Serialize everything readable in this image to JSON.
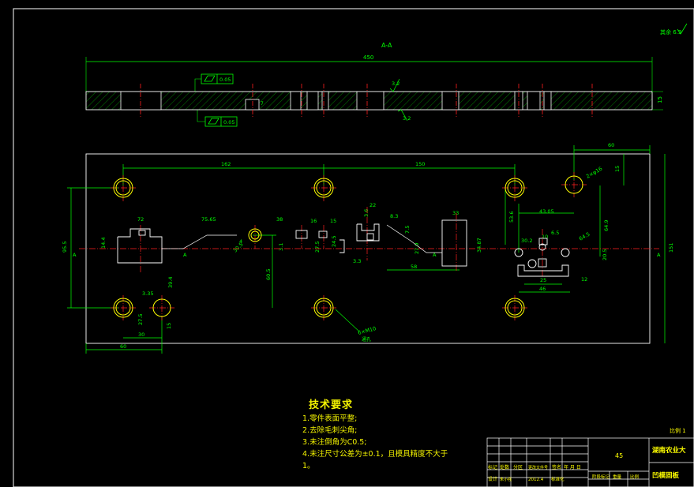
{
  "colors": {
    "background": "#000000",
    "border": "#ffffff",
    "geometry": "#ffffff",
    "dimension": "#00ff00",
    "centerline": "#ff2020",
    "text": "#ffff00",
    "hatch": "#00c000",
    "holes": "#ffff00"
  },
  "section_view": {
    "label": "A-A",
    "overall_length": "450",
    "flatness_upper": "0.05",
    "flatness_lower": "0.05",
    "thickness": "15",
    "roughness_1": "3.2",
    "roughness_2": "3.2",
    "small_dim": "7"
  },
  "plan_view": {
    "dims": {
      "d60_top": "60",
      "d15_right": "15",
      "hole_note": "2×φ16",
      "d162": "162",
      "d150": "150",
      "d955": "95.5",
      "d151": "151",
      "d72": "72",
      "d7565": "75.65",
      "d38": "38",
      "d16": "16",
      "d15": "15",
      "d22": "22",
      "d83": "8.3",
      "d33": "33",
      "d4305": "43.05",
      "d536": "53.6",
      "d649": "64.9",
      "d65": "6.5",
      "d10": "10",
      "d302": "30.2",
      "d3487": "34.87",
      "d279": "27.9",
      "d58": "58",
      "d33b": "3.3",
      "d645": "64.5",
      "d25": "25",
      "d46": "46",
      "d12": "12",
      "d205": "20.5",
      "d144": "14.4",
      "d31": "3.1",
      "d2750": "27.5",
      "d36": "3.6",
      "d75": "7.5",
      "d4": "4",
      "d305": "30.5",
      "d335": "3.35",
      "d394": "39.4",
      "d275": "27.5",
      "d30": "30",
      "d15b": "15",
      "d60": "60",
      "d605": "60.5",
      "d245": "24.5"
    },
    "section_marks": [
      "A",
      "A",
      "A",
      "A"
    ],
    "thread_note": "6×M10",
    "thread_sub": "通孔"
  },
  "technical_requirements": {
    "title": "技术要求",
    "lines": [
      "1.零件表面平整;",
      "2.去除毛刺尖角;",
      "3.未注倒角为C0.5;",
      "4.未注尺寸公差为±0.1，且模具精度不大于",
      "1。"
    ]
  },
  "title_block": {
    "material": "45",
    "school": "湖南农业大",
    "part_name": "凹模固板",
    "scale_note": "比例 1",
    "headers": [
      "标记",
      "处数",
      "分区",
      "更改文件号",
      "签名",
      "年 月 日"
    ],
    "row2": [
      "设计",
      "朱小强",
      "2012.4",
      "标准化"
    ],
    "stage": [
      "阶段标记",
      "重量",
      "比例"
    ]
  },
  "roughness_corner": "其余 6.3"
}
